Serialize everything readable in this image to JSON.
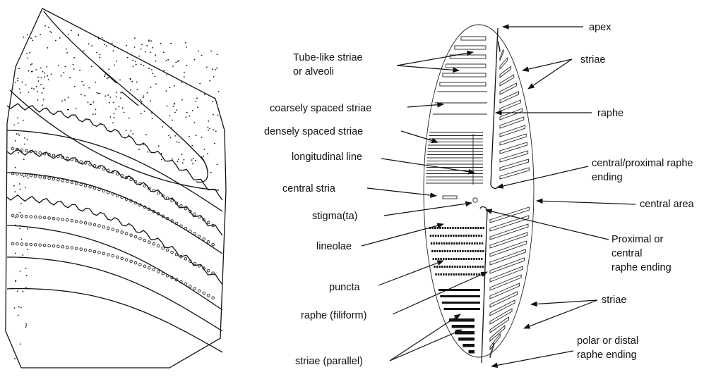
{
  "figure": {
    "left_panel": {
      "subject": "diatom frustule stack (girdle view), pen-and-ink illustration"
    },
    "right_panel": {
      "subject": "labelled valve diagram",
      "labels": {
        "apex": "apex",
        "tube_like": [
          "Tube-like striae",
          "or alveoli"
        ],
        "striae_top": "striae",
        "coarsely": "coarsely spaced striae",
        "raphe": "raphe",
        "densely": "densely spaced striae",
        "longitudinal": "longitudinal line",
        "central_proximal": [
          "central/proximal raphe",
          "ending"
        ],
        "central_stria": "central stria",
        "central_area": "central area",
        "stigma": "stigma(ta)",
        "proximal_or_central": [
          "Proximal or",
          "central",
          "raphe ending"
        ],
        "lineolae": "lineolae",
        "puncta": "puncta",
        "striae_right_lower": "striae",
        "raphe_filiform": "raphe (filiform)",
        "polar_distal": [
          "polar or distal",
          "raphe ending"
        ],
        "striae_parallel": "striae (parallel)"
      }
    }
  }
}
